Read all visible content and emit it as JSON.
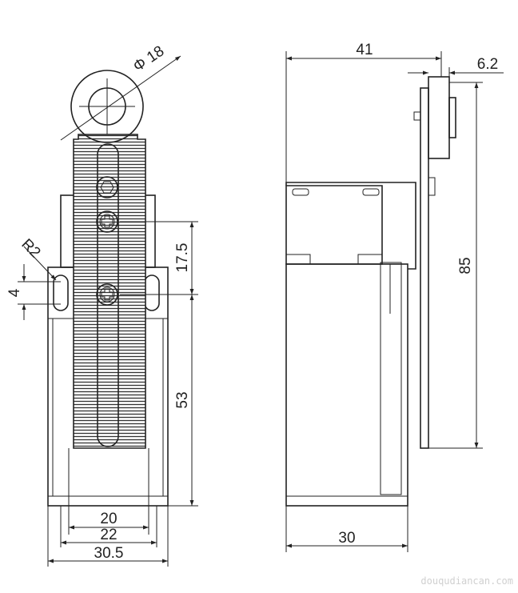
{
  "dimensions": {
    "roller_diameter": "Φ 18",
    "radius": "R2",
    "slot_height": "4",
    "screw_spacing": "17.5",
    "lower_height": "53",
    "inner_width": "20",
    "mid_width": "22",
    "outer_width": "30.5",
    "side_depth_top": "41",
    "roller_offset": "6.2",
    "total_height": "85",
    "side_depth_bottom": "30"
  },
  "watermark": "douqudiancan.com"
}
